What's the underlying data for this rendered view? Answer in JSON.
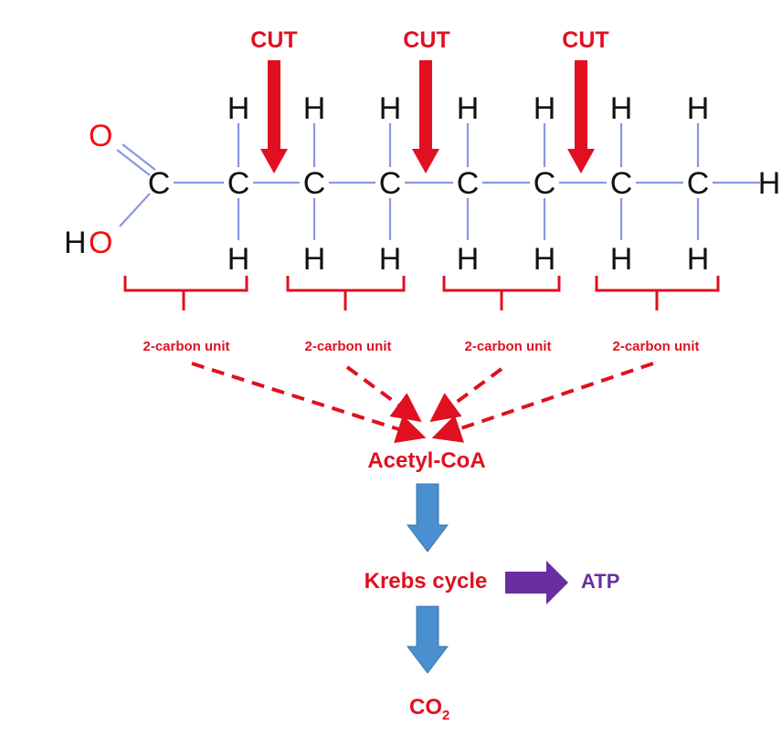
{
  "colors": {
    "red": "#e01020",
    "bond": "#8a96e6",
    "blue_arrow": "#4a8fd0",
    "purple": "#6a2ea0",
    "atom": "#111111",
    "oxygen": "#ee1111"
  },
  "molecule": {
    "carbon": "C",
    "hydrogen": "H",
    "oxygen": "O",
    "hydroxyl_h": "H",
    "terminal_h": "H"
  },
  "cut_label": "CUT",
  "unit_label": "2-carbon unit",
  "acetyl_coa": "Acetyl-CoA",
  "krebs_cycle": "Krebs cycle",
  "atp": "ATP",
  "co2": {
    "main": "CO",
    "subscript": "2"
  }
}
